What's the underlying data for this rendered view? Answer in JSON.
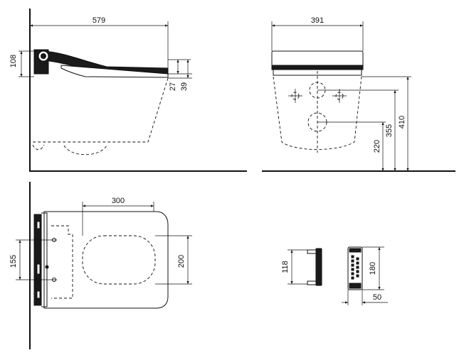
{
  "side_view": {
    "dims": {
      "length": "579",
      "seat_height": "108",
      "gap": "27",
      "lid_height": "39"
    }
  },
  "front_view": {
    "dims": {
      "width": "391",
      "mount_low": "220",
      "mount_mid": "355",
      "mount_high": "410"
    }
  },
  "top_view": {
    "dims": {
      "seat_width": "300",
      "bolt_spacing": "155",
      "seat_depth": "200"
    }
  },
  "remote_side": {
    "dims": {
      "height": "118"
    }
  },
  "remote_front": {
    "dims": {
      "height": "180",
      "width": "50"
    }
  }
}
